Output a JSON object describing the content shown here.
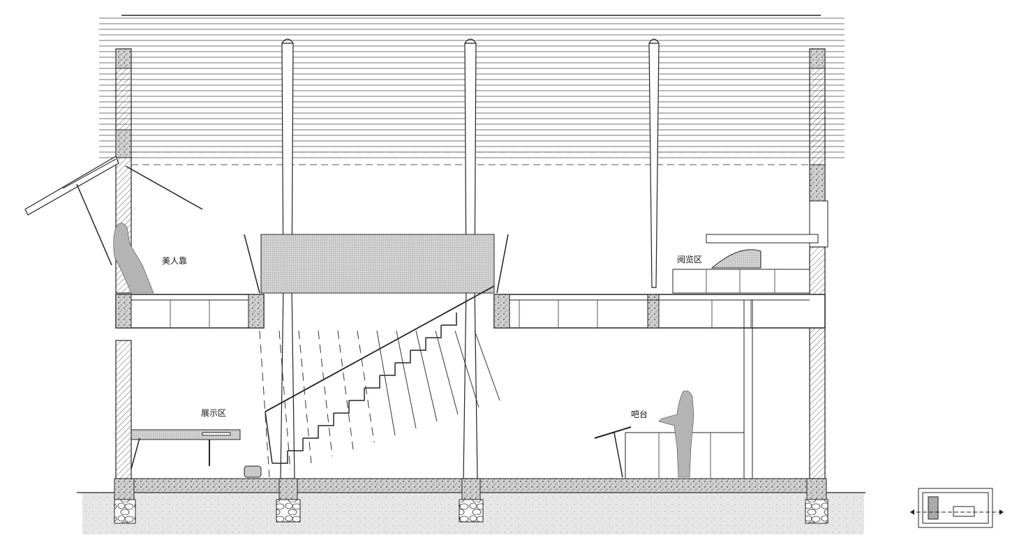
{
  "labels": {
    "beauty_seat": "美人靠",
    "reading_area": "阅览区",
    "exhibition_area": "展示区",
    "bar_counter": "吧台"
  },
  "colors": {
    "line": "#222222",
    "ground": "#e6e6e6",
    "figure": "#b4b4b4",
    "screen": "#d2d2d2"
  }
}
